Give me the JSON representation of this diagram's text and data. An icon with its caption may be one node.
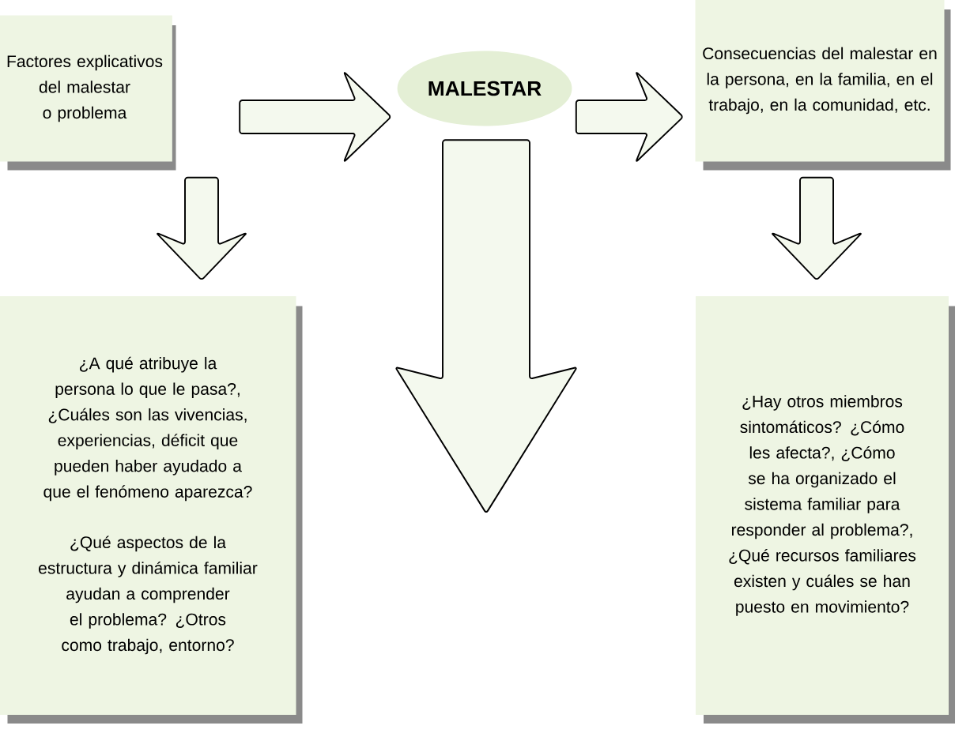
{
  "diagram": {
    "nodes": [
      {
        "text": [
          "Factores explicativos del malestar o problema"
        ]
      },
      {
        "text": [
          "MALESTAR"
        ]
      },
      {
        "text": [
          "Consecuencias del malestar en la persona, en la familia, en el trabajo, en la comunidad, etc."
        ]
      },
      {
        "text": [
          "¿A qué atribuye la persona lo que le pasa?, ¿Cuáles son las vivencias, experiencias, déficit que pueden haber ayudado a que el fenómeno aparezca?",
          "¿Qué aspectos de la estructura y dinámica familiar ayudan a comprender el problema? ¿Otros como trabajo, entorno?"
        ]
      },
      {
        "text": [
          "¿Hay otros miembros sintomáticos? ¿Cómo les afecta?, ¿Cómo se ha organizado el sistema familiar para responder al problema?, ¿Qué recursos familiares existen y cuáles se han puesto en movimiento?"
        ]
      }
    ],
    "edges": [
      {
        "from": 0,
        "to": 1,
        "arrow": "to"
      },
      {
        "from": 1,
        "to": 2,
        "arrow": "to"
      },
      {
        "from": 0,
        "to": 3,
        "arrow": "to"
      },
      {
        "from": 2,
        "to": 4,
        "arrow": "to"
      },
      {
        "from": 1,
        "to": null,
        "arrow": "to"
      }
    ]
  }
}
